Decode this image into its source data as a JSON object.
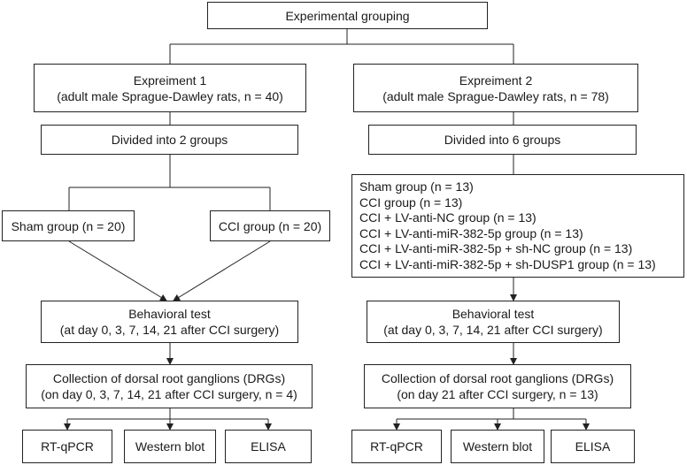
{
  "root": {
    "label": "Experimental grouping"
  },
  "exp1": {
    "title": "Expreiment 1",
    "subtitle": "(adult male Sprague-Dawley rats, n = 40)",
    "divided": "Divided into 2 groups",
    "groups": [
      "Sham group (n = 20)",
      "CCI group (n = 20)"
    ],
    "behavior": [
      "Behavioral test",
      "(at day 0, 3, 7, 14, 21 after CCI surgery)"
    ],
    "collection": [
      "Collection of dorsal root ganglions (DRGs)",
      "(on day 0, 3, 7, 14, 21 after CCI surgery, n = 4)"
    ],
    "assays": [
      "RT-qPCR",
      "Western blot",
      "ELISA"
    ]
  },
  "exp2": {
    "title": "Expreiment 2",
    "subtitle": "(adult male Sprague-Dawley rats, n = 78)",
    "divided": "Divided into 6 groups",
    "groups": [
      "Sham group (n = 13)",
      "CCI group (n = 13)",
      "CCI + LV-anti-NC group (n = 13)",
      "CCI + LV-anti-miR-382-5p group (n = 13)",
      "CCI + LV-anti-miR-382-5p + sh-NC group (n = 13)",
      "CCI + LV-anti-miR-382-5p + sh-DUSP1 group (n = 13)"
    ],
    "behavior": [
      "Behavioral test",
      "(at day 0, 3, 7, 14, 21 after CCI surgery)"
    ],
    "collection": [
      "Collection of dorsal root ganglions (DRGs)",
      "(on day 21 after CCI surgery, n = 13)"
    ],
    "assays": [
      "RT-qPCR",
      "Western blot",
      "ELISA"
    ]
  }
}
